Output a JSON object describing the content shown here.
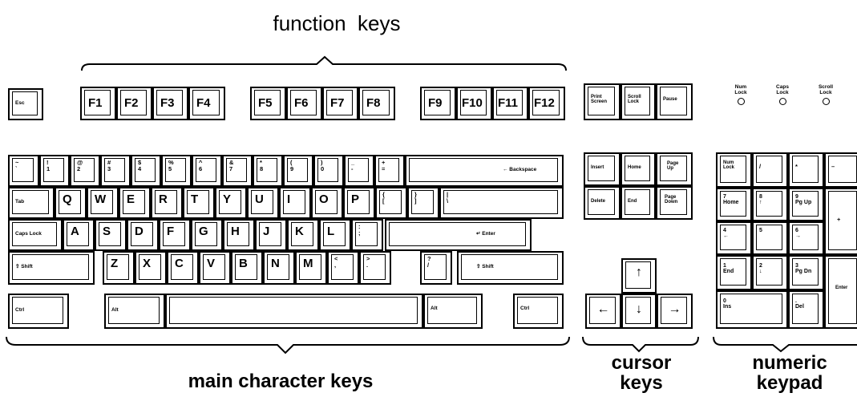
{
  "captions": {
    "function": "function  keys",
    "main": "main character keys",
    "cursor": "cursor\nkeys",
    "numeric": "numeric\nkeypad"
  },
  "keys": {
    "esc": "Esc",
    "f1": "F1",
    "f2": "F2",
    "f3": "F3",
    "f4": "F4",
    "f5": "F5",
    "f6": "F6",
    "f7": "F7",
    "f8": "F8",
    "f9": "F9",
    "f10": "F10",
    "f11": "F11",
    "f12": "F12",
    "print_screen": "Print\nScreen",
    "scroll_lock": "Scroll\nLock",
    "pause": "Pause",
    "tilde": "~\n`",
    "d1": "!\n1",
    "d2": "@\n2",
    "d3": "#\n3",
    "d4": "$\n4",
    "d5": "%\n5",
    "d6": "^\n6",
    "d7": "&\n7",
    "d8": "*\n8",
    "d9": "(\n9",
    "d0": ")\n0",
    "minus": "_\n-",
    "equals": "+\n=",
    "backspace": "← Backspace",
    "tab": "Tab",
    "q": "Q",
    "w": "W",
    "e": "E",
    "r": "R",
    "t": "T",
    "y": "Y",
    "u": "U",
    "i": "I",
    "o": "O",
    "p": "P",
    "lbracket": "{\n[",
    "rbracket": "}\n]",
    "backslash": "|\n\\",
    "caps_lock": "Caps Lock",
    "a": "A",
    "s": "S",
    "d": "D",
    "f": "F",
    "g": "G",
    "h": "H",
    "j": "J",
    "k": "K",
    "l": "L",
    "semicolon": ":\n;",
    "quote": "\"\n'",
    "enter": "↵ Enter",
    "lshift": "⇧ Shift",
    "z": "Z",
    "x": "X",
    "c": "C",
    "v": "V",
    "b": "B",
    "n": "N",
    "m": "M",
    "comma": "<\n,",
    "period": ">\n.",
    "slash": "?\n/",
    "rshift": "⇧ Shift",
    "lctrl": "Ctrl",
    "lalt": "Alt",
    "space": "",
    "ralt": "Alt",
    "rctrl": "Ctrl",
    "insert": "Insert",
    "home": "Home",
    "page_up": "Page\nUp",
    "delete": "Delete",
    "end": "End",
    "page_down": "Page\nDown",
    "up": "↑",
    "left": "←",
    "down": "↓",
    "right": "→",
    "num_lock": "Num\nLock",
    "np_slash": "/",
    "np_star": "*",
    "np_minus": "–",
    "np7": "7\nHome",
    "np8": "8\n↑",
    "np9": "9\nPg Up",
    "np_plus": "+",
    "np4": "4\n←",
    "np5": "5",
    "np6": "6\n→",
    "np1": "1\nEnd",
    "np2": "2\n↓",
    "np3": "3\nPg Dn",
    "np_enter": "Enter",
    "np0": "0\nIns",
    "np_dot": ".\nDel"
  },
  "indicators": {
    "num": "Num\nLock",
    "caps": "Caps\nLock",
    "scroll": "Scroll\nLock"
  }
}
